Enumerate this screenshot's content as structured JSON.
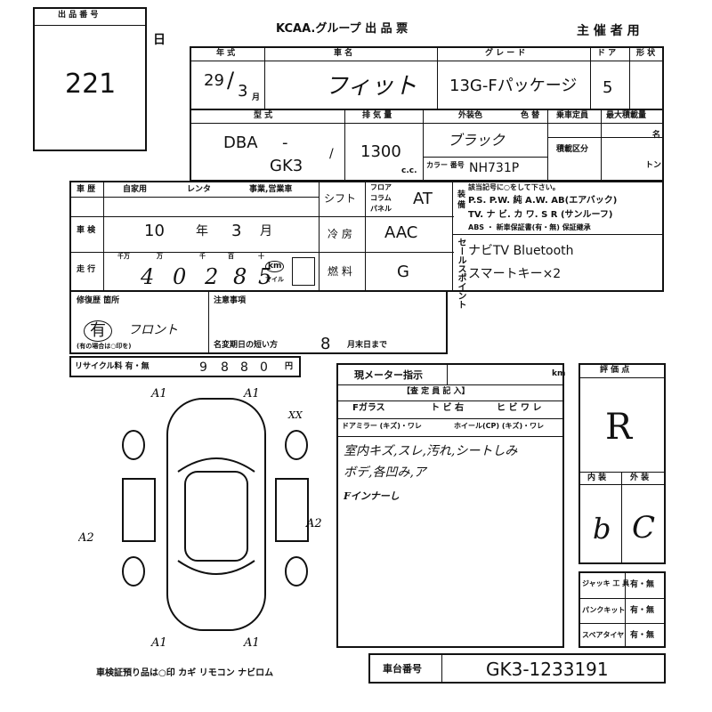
{
  "lot": {
    "label": "出 品 番 号",
    "number": "221",
    "day_mark": "日"
  },
  "sheet": {
    "title": "KCAA.グループ 出 品 票",
    "subtitle": "主 催 者 用"
  },
  "header": {
    "year_label": "年 式",
    "year": "29",
    "month": "3",
    "month_unit": "月",
    "name_label": "車 名",
    "name": "フィット",
    "grade_label": "グ レ ー ド",
    "grade": "13G-Fパッケージ",
    "door_label": "ド ア",
    "doors": "5",
    "shape_label": "形 状"
  },
  "model": {
    "label": "型 式",
    "prefix": "DBA",
    "dash": "-",
    "code": "GK3",
    "disp_label": "排 気 量",
    "displacement": "1300",
    "cc": "c.c.",
    "color_label": "外装色",
    "color": "ブラック",
    "color_no_label": "カラー 番号",
    "color_no": "NH731P",
    "tone_label": "色 替",
    "capacity_label": "乗車定員",
    "load_label": "最大積載量",
    "class_label": "積載区分",
    "unit_people": "名",
    "unit_ton": "トン",
    "tick_mark": "/"
  },
  "usage": {
    "label": "車 歴",
    "opt1": "自家用",
    "opt2": "レンタ",
    "opt3": "事業,営業車",
    "shift_label": "シフト",
    "shift_opts": [
      "フロア",
      "コラム",
      "パネル"
    ],
    "shift": "AT"
  },
  "inspection": {
    "label": "車 検",
    "year": "10",
    "year_unit": "年",
    "month": "3",
    "month_unit": "月",
    "ac_label": "冷 房",
    "ac": "AAC"
  },
  "mileage": {
    "label": "走 行",
    "units": [
      "千万",
      "万",
      "千",
      "百",
      "十"
    ],
    "digits": [
      "4",
      "0",
      "2",
      "8",
      "5"
    ],
    "km": "km",
    "mile": "マイル",
    "fuel_label": "燃 料",
    "fuel": "G"
  },
  "equipment": {
    "label": "装 備",
    "note": "該当記号に○をして下さい。",
    "line1": "P.S. P.W. 純 A.W. AB(エアバック)",
    "line2": "TV. ナ ビ. カ ワ. S R (サンルーフ)",
    "line3": "ABS ・ 新車保証書(有・無) 保証継承",
    "sales_label": "セールスポイント",
    "sales1": "ナビTV Bluetooth",
    "sales2": "スマートキー×2"
  },
  "repair": {
    "label": "修復歴 箇所",
    "value": "有",
    "area": "フロント",
    "note": "(有の場合は○印を)"
  },
  "remarks": {
    "label": "注意事項",
    "deadline_label": "名変期日の短い方",
    "deadline": "8",
    "deadline_unit": "月末日まで"
  },
  "recycle": {
    "label": "リサイクル料 有・無",
    "digits": [
      "9",
      "8",
      "8",
      "0"
    ],
    "unit": "円"
  },
  "meter": {
    "label": "現メーター指示",
    "unit": "km",
    "sub_label": "【査 定 員 記 入】",
    "row1": [
      "Fガラス",
      "ト ビ 右",
      "ヒ ビ ワ レ"
    ],
    "row2a": "ドアミラー (キズ)・ワレ",
    "row2b": "ホイール(CP) (キズ)・ワレ",
    "notes": [
      "室内キズ,スレ,汚れ,シートしみ",
      "ボデ,各凹み,ア",
      "Fインナーし"
    ]
  },
  "grade_box": {
    "label": "評 価 点",
    "score": "R",
    "interior_label": "内 装",
    "exterior_label": "外 装",
    "interior": "b",
    "exterior": "C"
  },
  "tools": {
    "jack": "ジャッキ 工 具",
    "jack_v": "有・無",
    "puncture": "パンクキット",
    "puncture_v": "有・無",
    "spare": "スペアタイヤ",
    "spare_v": "有・無"
  },
  "chassis": {
    "label": "車台番号",
    "number": "GK3-1233191"
  },
  "bottom": {
    "items": "車検証預り品は○印 カギ リモコン ナビロム"
  },
  "diagram": {
    "marks": [
      "A1",
      "A1",
      "A2",
      "A2",
      "A1",
      "A1",
      "XX"
    ]
  }
}
